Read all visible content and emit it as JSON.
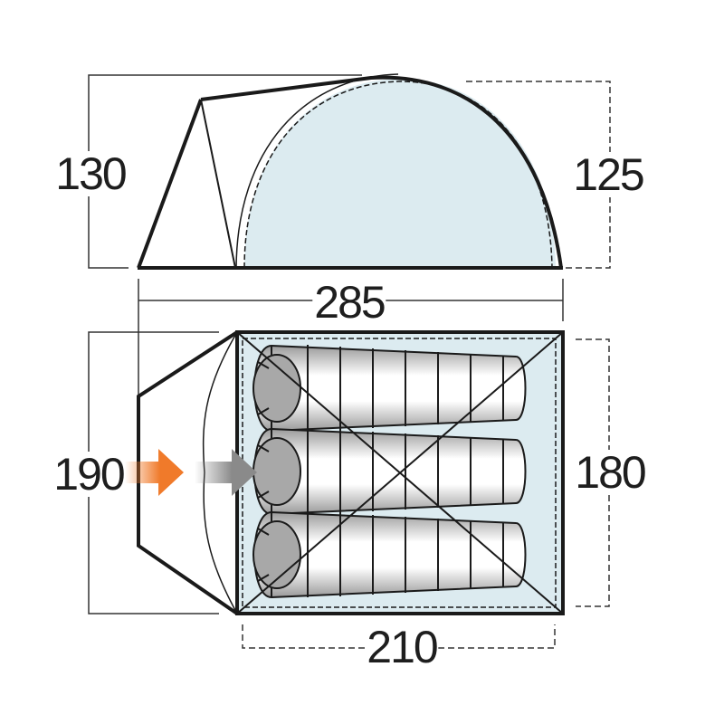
{
  "diagram": {
    "title": "Tent dimensions diagram",
    "units_implied": "cm",
    "colors": {
      "inner_fill": "#dcebf0",
      "outline": "#1a1a1a",
      "arrow_entry": "#f07a2a",
      "arrow_inner": "#8a8a8a",
      "bag_head": "#a8a8a8"
    },
    "side_view": {
      "height_outer_label": "130",
      "height_inner_label": "125",
      "length_label": "285"
    },
    "floor_plan": {
      "width_outer_label": "190",
      "width_inner_label": "180",
      "length_inner_label": "210",
      "sleeping_bags": 3,
      "entry_arrow_icon": "arrow-right-orange",
      "inner_arrow_icon": "arrow-right-grey"
    }
  }
}
